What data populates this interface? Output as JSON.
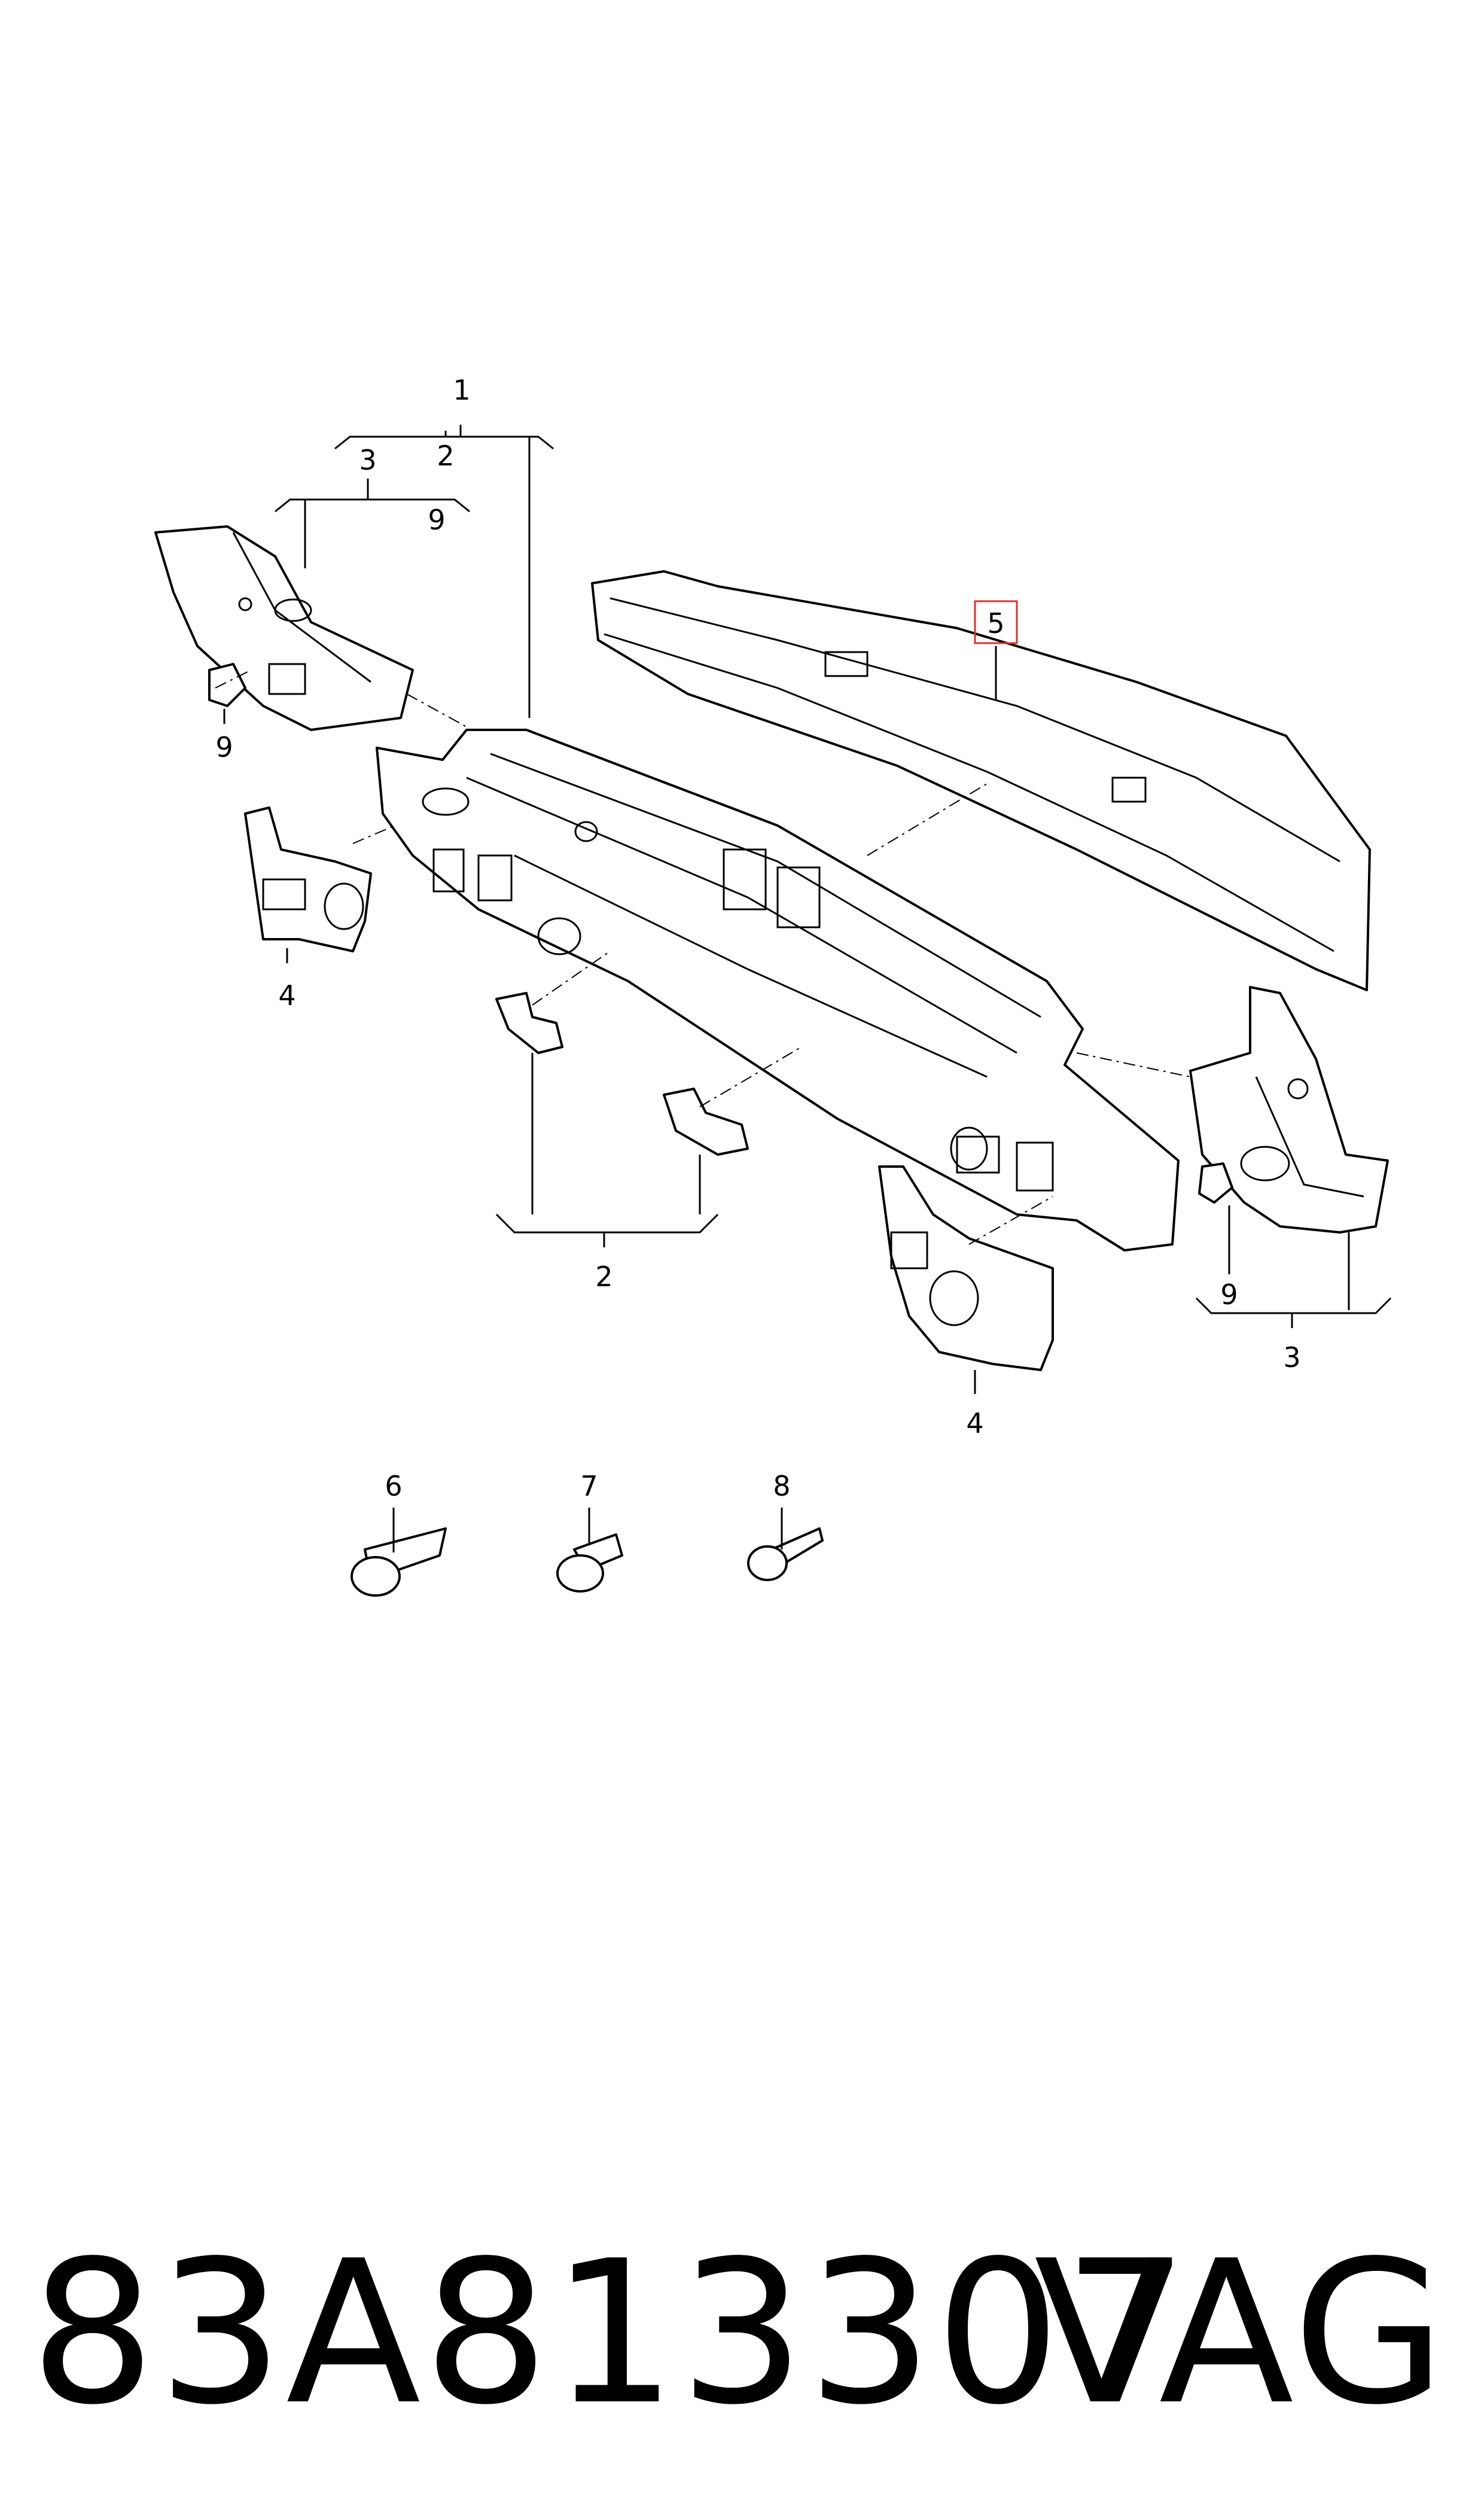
{
  "callouts": {
    "c1": "1",
    "c2_top": "2",
    "c3_top": "3",
    "c9_top": "9",
    "c9_left": "9",
    "c4_left": "4",
    "c5": "5",
    "c2_bottom": "2",
    "c4_bottom": "4",
    "c9_right": "9",
    "c3_right": "3",
    "c6": "6",
    "c7": "7",
    "c8": "8"
  },
  "footer": {
    "part_number": "83A813307",
    "brand": "VAG"
  },
  "colors": {
    "line": "#000000",
    "highlight": "#e03030",
    "background": "#ffffff"
  }
}
